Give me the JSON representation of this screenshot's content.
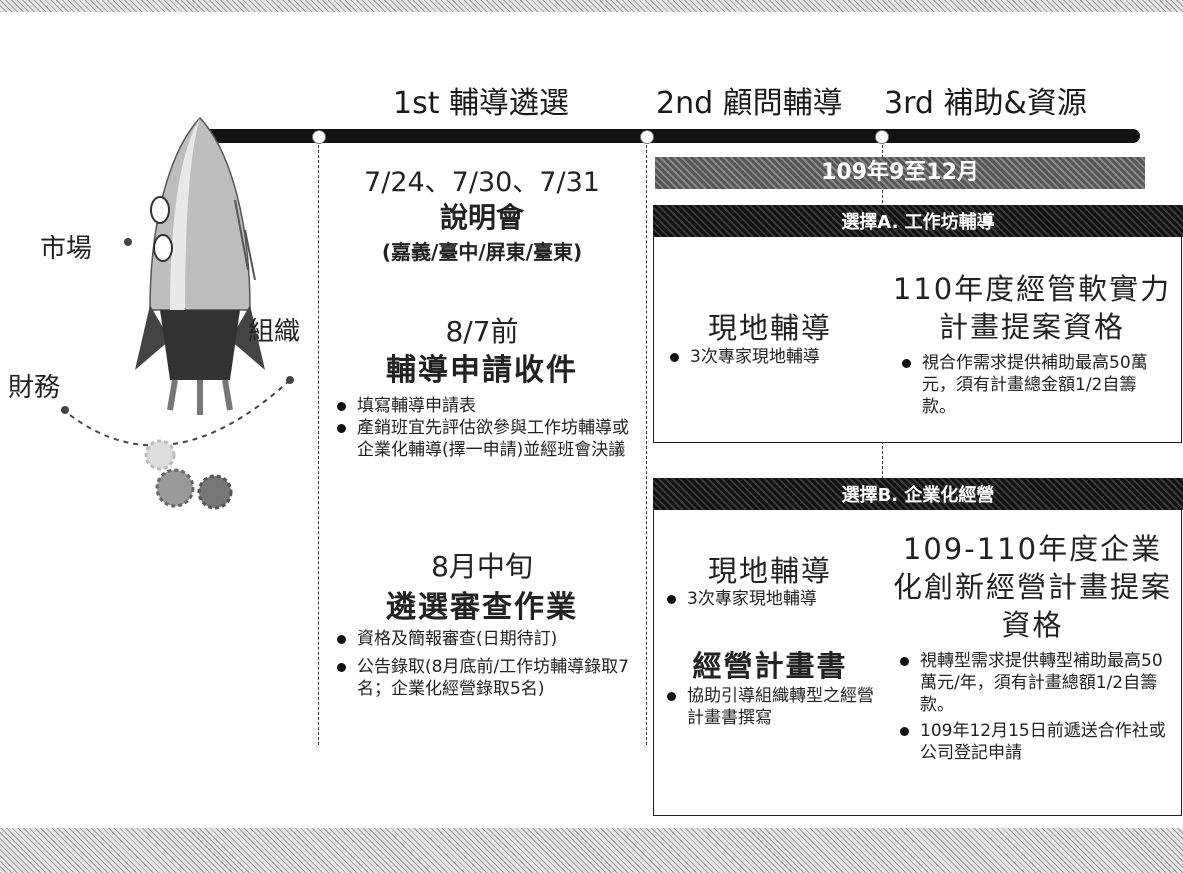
{
  "phases": {
    "p1": "1st 輔導遴選",
    "p2": "2nd 顧問輔導",
    "p3": "3rd  補助&資源"
  },
  "left_labels": {
    "market": "市場",
    "org": "組織",
    "finance": "財務"
  },
  "col1": {
    "dates": "7/24、7/30、7/31",
    "session": "說明會",
    "places": "(嘉義/臺中/屏東/臺東)",
    "deadline": "8/7前",
    "apply_title": "輔導申請收件",
    "apply_bullets": [
      "填寫輔導申請表",
      "產銷班宜先評估欲參與工作坊輔導或企業化輔導(擇一申請)並經班會決議"
    ],
    "review_date": "8月中旬",
    "review_title": "遴選審查作業",
    "review_bullets": [
      "資格及簡報審查(日期待訂)",
      "公告錄取(8月底前/工作坊輔導錄取7名；企業化經營錄取5名)"
    ]
  },
  "period": "109年9至12月",
  "option_a": {
    "banner": "選擇A. 工作坊輔導",
    "left_title": "現地輔導",
    "left_bullet": "3次專家現地輔導",
    "right_title": "110年度經管軟實力計畫提案資格",
    "right_bullet": "視合作需求提供補助最高50萬元，須有計畫總金額1/2自籌款。"
  },
  "option_b": {
    "banner": "選擇B. 企業化經營",
    "left_title": "現地輔導",
    "left_bullet": "3次專家現地輔導",
    "plan_title": "經營計畫書",
    "plan_bullet": "協助引導組織轉型之經營計畫書撰寫",
    "right_title": "109-110年度企業化創新經營計畫提案資格",
    "right_bullets": [
      "視轉型需求提供轉型補助最高50萬元/年，須有計畫總額1/2自籌款。",
      "109年12月15日前遞送合作社或公司登記申請"
    ]
  }
}
